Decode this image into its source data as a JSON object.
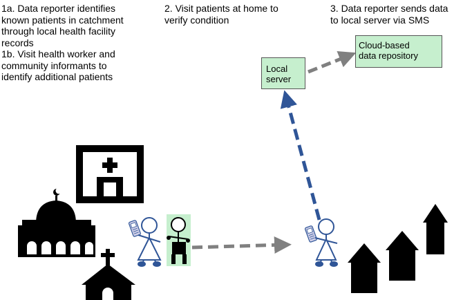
{
  "steps": {
    "step1a": "1a. Data reporter identifies\nknown patients in catchment\nthrough local health facility\nrecords",
    "step1b": "1b. Visit health worker and\ncommunity informants to\nidentify additional patients",
    "step2": "2. Visit patients at home to\nverify condition",
    "step3": "3. Data reporter sends data\nto local server via SMS"
  },
  "boxes": {
    "local_server": "Local\nserver",
    "cloud_repo": "Cloud-based\ndata repository"
  },
  "icons": [
    "hospital-icon",
    "mosque-icon",
    "church-icon",
    "data-reporter-figure",
    "patient-figure",
    "mobile-phone-icon",
    "houses-icon"
  ],
  "colors": {
    "box_fill": "#c6efce",
    "sms_arrow": "#2f5597",
    "gray_arrow": "#808080",
    "figure_blue": "#2f5597"
  }
}
